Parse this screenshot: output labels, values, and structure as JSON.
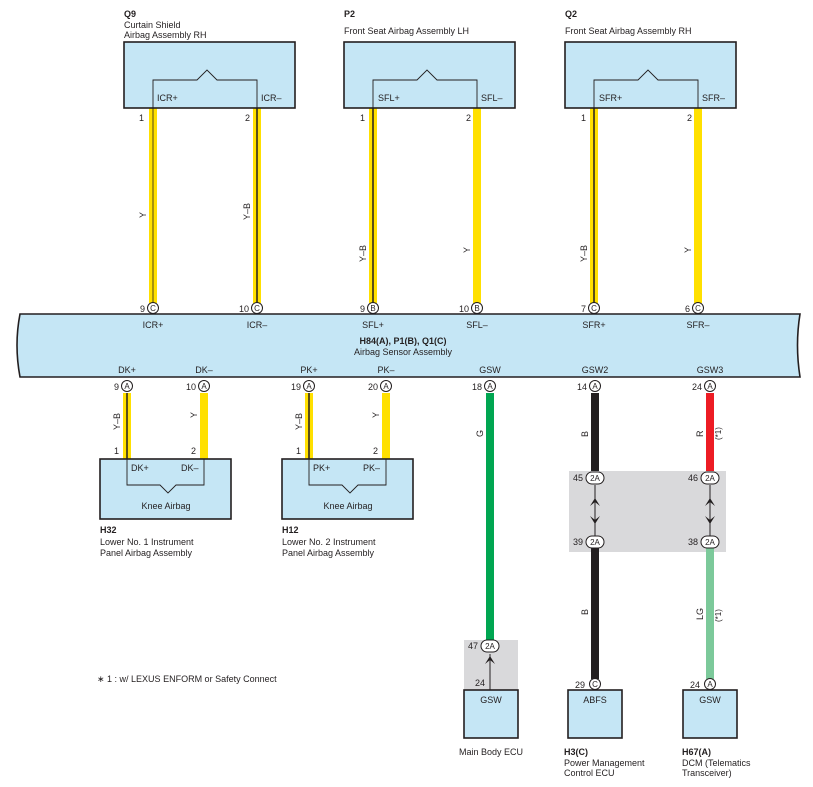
{
  "colors": {
    "Y": "#ffe000",
    "Y-B": "#ffe000",
    "G": "#00a651",
    "B": "#231f20",
    "R": "#ed1c24",
    "LG": "#7cc99a",
    "component_fill": "#c5e6f5",
    "group_fill": "#d9d9db"
  },
  "top_components": [
    {
      "code": "Q9",
      "name": "Curtain Shield",
      "name2": "Airbag Assembly RH",
      "terms": [
        "ICR+",
        "ICR–"
      ],
      "wires": [
        {
          "pin_top": "1",
          "color": "Y",
          "pin_bottom": "9",
          "conn": "C",
          "label": "ICR+"
        },
        {
          "pin_top": "2",
          "color": "Y–B",
          "pin_bottom": "10",
          "conn": "C",
          "label": "ICR–"
        }
      ]
    },
    {
      "code": "P2",
      "name": "Front Seat Airbag Assembly LH",
      "name2": "",
      "terms": [
        "SFL+",
        "SFL–"
      ],
      "wires": [
        {
          "pin_top": "1",
          "color": "Y–B",
          "pin_bottom": "9",
          "conn": "B",
          "label": "SFL+"
        },
        {
          "pin_top": "2",
          "color": "Y",
          "pin_bottom": "10",
          "conn": "B",
          "label": "SFL–"
        }
      ]
    },
    {
      "code": "Q2",
      "name": "Front Seat Airbag Assembly RH",
      "name2": "",
      "terms": [
        "SFR+",
        "SFR–"
      ],
      "wires": [
        {
          "pin_top": "1",
          "color": "Y–B",
          "pin_bottom": "7",
          "conn": "C",
          "label": "SFR+"
        },
        {
          "pin_top": "2",
          "color": "Y",
          "pin_bottom": "6",
          "conn": "C",
          "label": "SFR–"
        }
      ]
    }
  ],
  "main": {
    "connectors": "H84(A), P1(B), Q1(C)",
    "name": "Airbag Sensor Assembly"
  },
  "bottom_pins": [
    {
      "label": "DK+",
      "pin": "9",
      "conn": "A"
    },
    {
      "label": "DK–",
      "pin": "10",
      "conn": "A"
    },
    {
      "label": "PK+",
      "pin": "19",
      "conn": "A"
    },
    {
      "label": "PK–",
      "pin": "20",
      "conn": "A"
    },
    {
      "label": "GSW",
      "pin": "18",
      "conn": "A"
    },
    {
      "label": "GSW2",
      "pin": "14",
      "conn": "A"
    },
    {
      "label": "GSW3",
      "pin": "24",
      "conn": "A"
    }
  ],
  "knee": [
    {
      "code": "H32",
      "title": "Knee Airbag",
      "name": "Lower No. 1 Instrument",
      "name2": "Panel Airbag Assembly",
      "terms": [
        "DK+",
        "DK–"
      ],
      "wires": [
        {
          "color": "Y–B",
          "pin": "1"
        },
        {
          "color": "Y",
          "pin": "2"
        }
      ]
    },
    {
      "code": "H12",
      "title": "Knee Airbag",
      "name": "Lower No. 2 Instrument",
      "name2": "Panel Airbag Assembly",
      "terms": [
        "PK+",
        "PK–"
      ],
      "wires": [
        {
          "color": "Y–B",
          "pin": "1"
        },
        {
          "color": "Y",
          "pin": "2"
        }
      ]
    }
  ],
  "gsw_circuit": {
    "wire_color": "G",
    "junction_pin": "47",
    "junction_conn": "2A",
    "ecu_pin": "24",
    "ecu_term": "GSW",
    "ecu_name": "Main Body ECU"
  },
  "gsw2_circuit": {
    "wire_color": "B",
    "wire_color_lower": "B",
    "junction_upper_pin": "45",
    "junction_lower_pin": "39",
    "junction_conn": "2A",
    "ecu_pin": "29",
    "ecu_conn": "C",
    "ecu_term": "ABFS",
    "ecu_code": "H3(C)",
    "ecu_name": "Power Management",
    "ecu_name2": "Control ECU"
  },
  "gsw3_circuit": {
    "wire_color": "R",
    "wire_color_lower": "LG",
    "note_ref": "(*1)",
    "junction_upper_pin": "46",
    "junction_lower_pin": "38",
    "junction_conn": "2A",
    "ecu_pin": "24",
    "ecu_conn": "A",
    "ecu_term": "GSW",
    "ecu_code": "H67(A)",
    "ecu_name": "DCM (Telematics",
    "ecu_name2": "Transceiver)"
  },
  "footnote": "∗ 1 : w/ LEXUS ENFORM or Safety Connect"
}
